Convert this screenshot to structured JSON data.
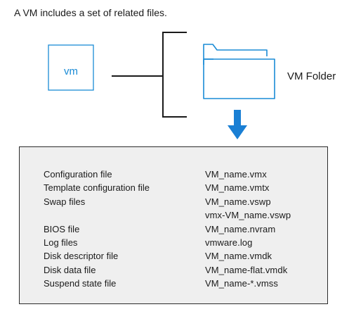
{
  "caption": "A VM includes a set of related files.",
  "vm_box": {
    "label": "vm",
    "color": "#1a8bd6"
  },
  "folder": {
    "label": "VM Folder",
    "color": "#1a8bd6",
    "icon": "folder-icon"
  },
  "arrow": {
    "icon": "arrow-down-icon",
    "color": "#1a7fd4"
  },
  "files": [
    {
      "description": "Configuration file",
      "filename": "VM_name.vmx"
    },
    {
      "description": "Template configuration file",
      "filename": "VM_name.vmtx"
    },
    {
      "description": "Swap files",
      "filename": "VM_name.vswp"
    },
    {
      "description": "",
      "filename": "vmx-VM_name.vswp"
    },
    {
      "description": "BIOS file",
      "filename": "VM_name.nvram"
    },
    {
      "description": "Log files",
      "filename": "vmware.log"
    },
    {
      "description": "Disk descriptor file",
      "filename": "VM_name.vmdk"
    },
    {
      "description": "Disk data file",
      "filename": "VM_name-flat.vmdk"
    },
    {
      "description": "Suspend state file",
      "filename": "VM_name-*.vmss"
    }
  ]
}
